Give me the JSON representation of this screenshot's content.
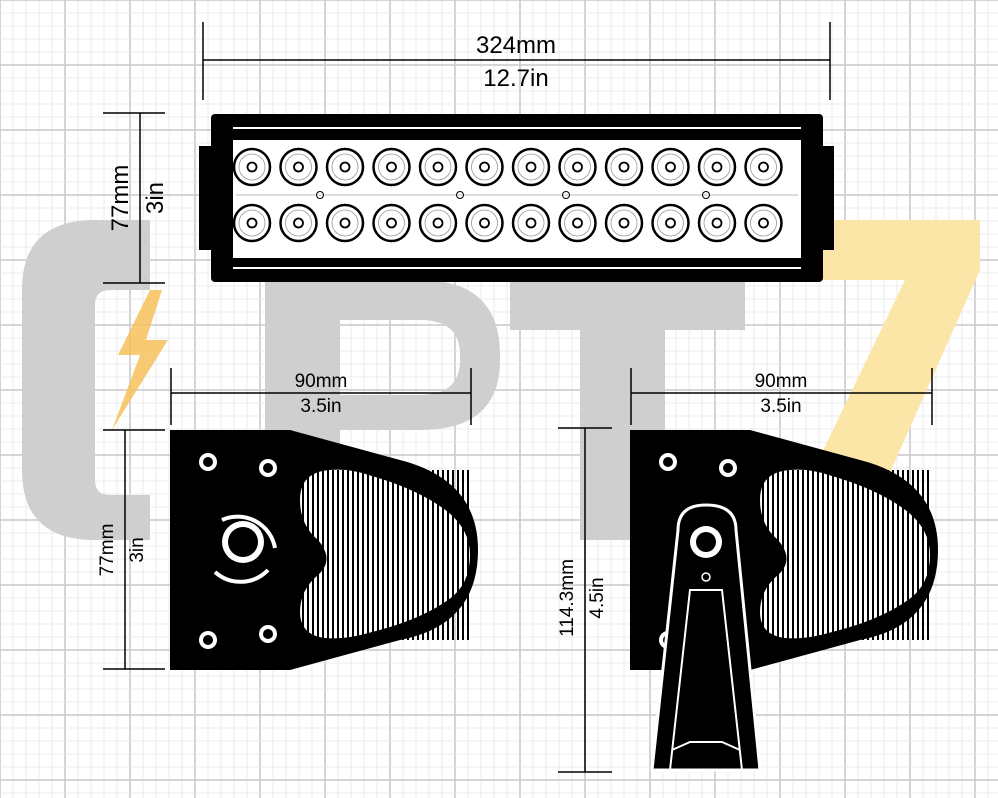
{
  "brand": {
    "logo_text": "OPT7",
    "colors": {
      "logo_gray": "#cfcfcf",
      "logo_yellow": "#fbe6a8",
      "bolt": "#f6c15a",
      "grid": "#c9c9c9",
      "grid_fine": "#e6e6e6",
      "ink": "#000000"
    }
  },
  "views": {
    "front": {
      "width_mm": "324mm",
      "width_in": "12.7in",
      "height_mm": "77mm",
      "height_in": "3in",
      "led_rows": 2,
      "leds_per_row": 12
    },
    "side_left": {
      "width_mm": "90mm",
      "width_in": "3.5in",
      "height_mm": "77mm",
      "height_in": "3in"
    },
    "side_right": {
      "width_mm": "90mm",
      "width_in": "3.5in",
      "height_mm": "114.3mm",
      "height_in": "4.5in"
    }
  }
}
